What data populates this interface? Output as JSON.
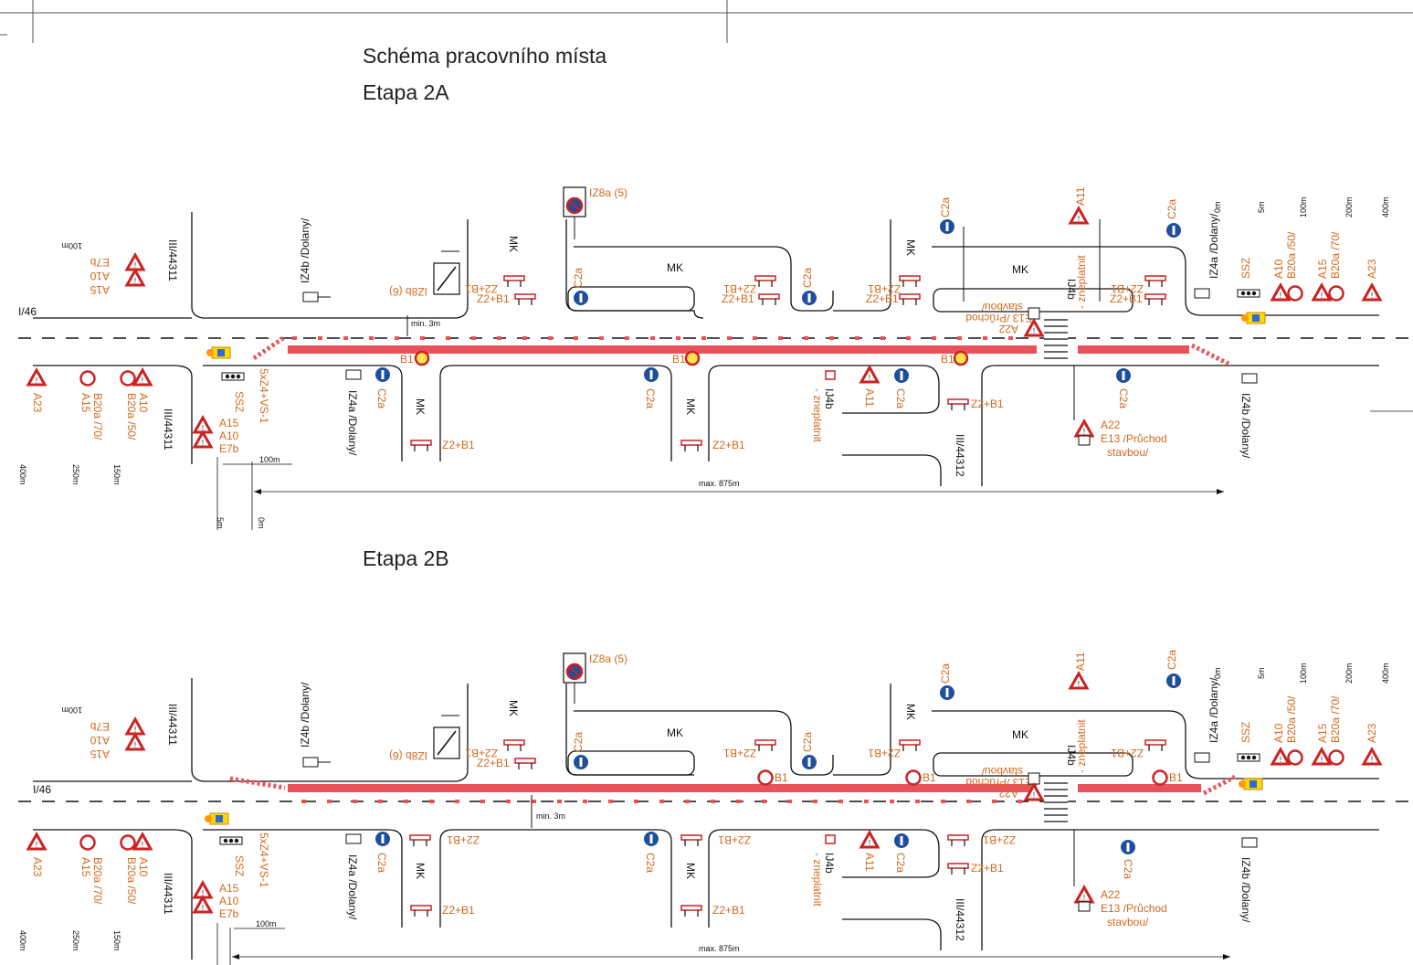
{
  "header": {
    "title": "Schéma pracovního místa",
    "stage_a": "Etapa 2A",
    "stage_b": "Etapa 2B"
  },
  "roads": {
    "main": "I/46",
    "left_road": "III/44311",
    "right_road": "III/44312",
    "local": "MK"
  },
  "signs": {
    "iz4b": "IZ4b /Dolany/",
    "iz4a": "IZ4a /Dolany/",
    "iz8a": "IZ8a (5)",
    "iz8b": "IZ8b (6)",
    "c2a": "C2a",
    "a11": "A11",
    "a23": "A23",
    "a15": "A15",
    "a10": "A10",
    "e7b": "E7b",
    "b20a70": "B20a /70/",
    "b20a50": "B20a /50/",
    "ssz": "SSZ",
    "z4": "5xZ4+VS-1",
    "z2b1": "Z2+B1",
    "b1": "B1",
    "ij4b": "IJ4b",
    "zneplatnit": "- zneplatnit",
    "a22": "A22",
    "e13": "E13 /Průchod",
    "stavbou": "stavbou/"
  },
  "dimensions": {
    "min_gap": "min. 3m",
    "max_len": "max. 875m",
    "d0": "0m",
    "d5": "5m",
    "d100": "100m",
    "d150": "150m",
    "d200": "200m",
    "d250": "250m",
    "d400": "400m"
  },
  "colors": {
    "road_line": "#111111",
    "work_zone": "#e8525a",
    "label": "#d2691e",
    "mandatory_sign": "#1f4e9c",
    "warning_sign": "#cc2222"
  }
}
